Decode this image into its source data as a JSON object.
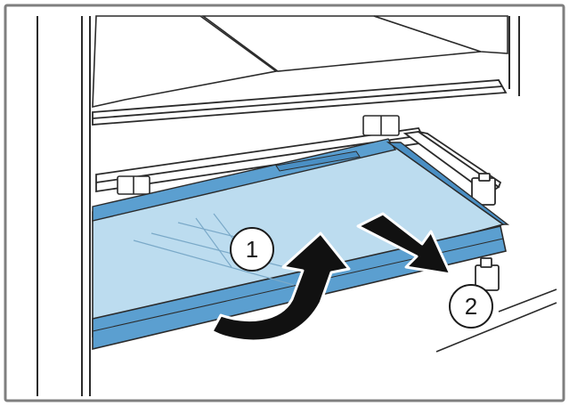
{
  "diagram": {
    "steps": [
      {
        "number": "1",
        "action": "lift-front-edge"
      },
      {
        "number": "2",
        "action": "pull-out"
      }
    ],
    "colors": {
      "shelf_top": "#bcdcef",
      "shelf_front": "#5b9fd0",
      "shelf_edge": "#4a8fc4",
      "line": "#2b2b2b",
      "arrow": "#111111",
      "frame": "#7f7f7f",
      "background": "#ffffff"
    },
    "icons": [
      "curved-up-arrow-icon",
      "pull-out-arrow-icon"
    ]
  }
}
